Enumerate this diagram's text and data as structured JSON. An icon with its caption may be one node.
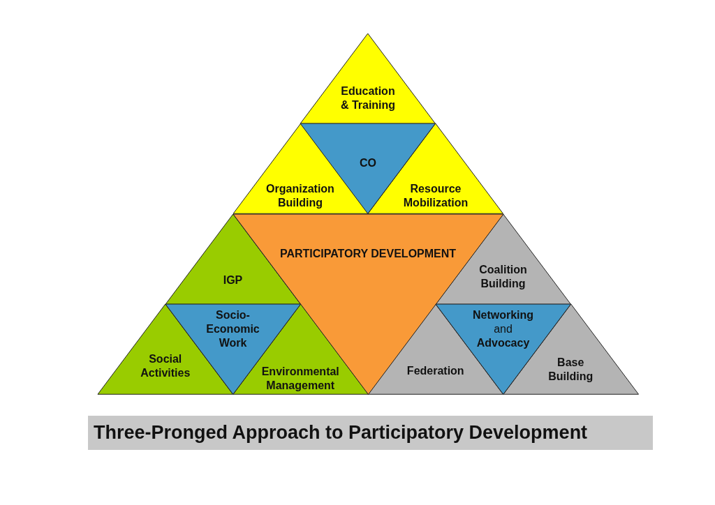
{
  "diagram": {
    "caption": "Three-Pronged Approach to Participatory Development",
    "nodes": [
      {
        "text": [
          "Education & Training"
        ]
      },
      {
        "text": [
          "CO"
        ]
      },
      {
        "text": [
          "Organization Building"
        ]
      },
      {
        "text": [
          "Resource Mobilization"
        ]
      },
      {
        "text": [
          "PARTICIPATORY DEVELOPMENT"
        ]
      },
      {
        "text": [
          "IGP"
        ]
      },
      {
        "text": [
          "Coalition Building"
        ]
      },
      {
        "text": [
          "Socio-Economic Work"
        ]
      },
      {
        "text": [
          "**Networking** and **Advocacy**"
        ]
      },
      {
        "text": [
          "Social Activities"
        ]
      },
      {
        "text": [
          "Environmental Management"
        ]
      },
      {
        "text": [
          "Federation"
        ]
      },
      {
        "text": [
          "Base Building"
        ]
      }
    ]
  }
}
